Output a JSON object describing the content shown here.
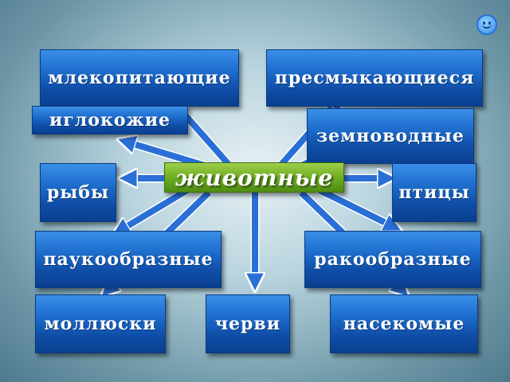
{
  "center": {
    "label": "животные"
  },
  "categories": {
    "mammals": "млекопитающие",
    "reptiles": "пресмыкающиеся",
    "echinoderms": "иглокожие",
    "amphibians": "земноводные",
    "fish": "рыбы",
    "birds": "птицы",
    "arachnids": "паукообразные",
    "crustaceans": "ракообразные",
    "molluscs": "моллюски",
    "worms": "черви",
    "insects": "насекомые"
  },
  "colors": {
    "box_blue": "#1f6fcf",
    "center_green": "#6fae23",
    "arrow_blue": "#2a6fd6"
  },
  "icons": {
    "corner": "smiley-icon"
  }
}
